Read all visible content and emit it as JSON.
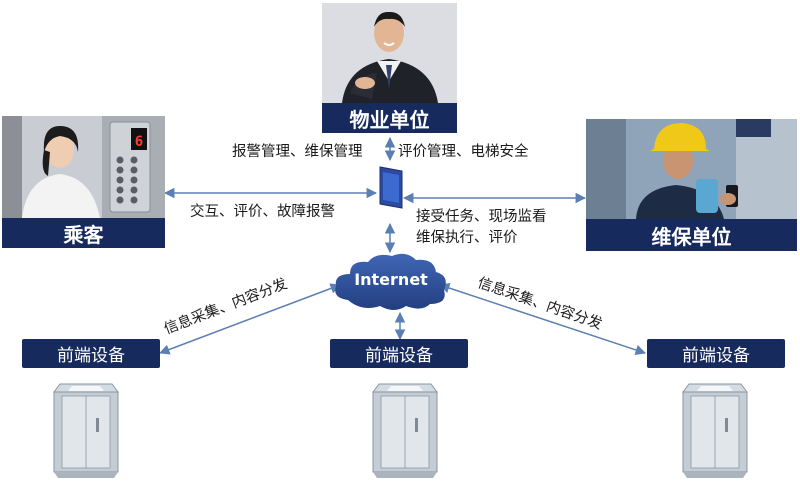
{
  "nodes": {
    "property": {
      "label": "物业单位"
    },
    "passenger": {
      "label": "乘客"
    },
    "maintenance": {
      "label": "维保单位"
    },
    "internet": {
      "label": "Internet"
    },
    "device_left": {
      "label": "前端设备"
    },
    "device_center": {
      "label": "前端设备"
    },
    "device_right": {
      "label": "前端设备"
    }
  },
  "edges": {
    "property_left": "报警管理、维保管理",
    "property_right": "评价管理、电梯安全",
    "passenger": "交互、评价、故障报警",
    "maintenance_line1": "接受任务、现场监看",
    "maintenance_line2": "维保执行、评价",
    "left_device": "信息采集、内容分发",
    "right_device": "信息采集、内容分发"
  },
  "panel": {
    "floor_display": "6"
  },
  "colors": {
    "label_bg": "#172a5e",
    "arrow": "#5b7fb3",
    "cloud": "#2d4f94",
    "terminal": "#2b4aa0"
  }
}
